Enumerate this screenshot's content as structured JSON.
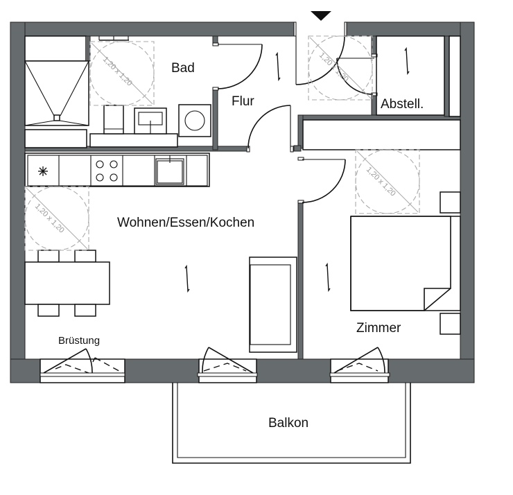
{
  "plan": {
    "rooms": {
      "bad": "Bad",
      "flur": "Flur",
      "abstell": "Abstell.",
      "wohnen": "Wohnen/Essen/Kochen",
      "zimmer": "Zimmer",
      "balkon": "Balkon"
    },
    "annotations": {
      "bruestung": "Brüstung",
      "clearance": "1,20 x 1,20"
    },
    "entrance_marker": "entrance-arrow",
    "colors": {
      "wall": "#666b6d",
      "line": "#111111",
      "clearance": "#aaaaaa",
      "background": "#ffffff"
    }
  }
}
